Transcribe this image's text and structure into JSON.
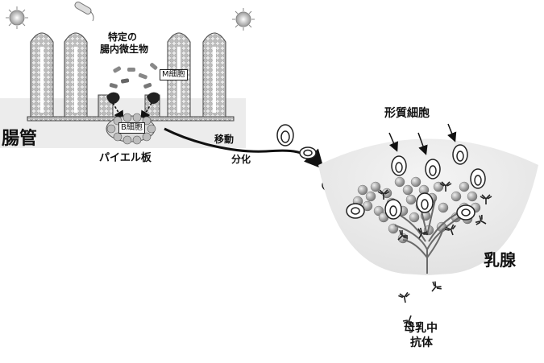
{
  "labels": {
    "intestine": "腸管",
    "specific_microbes_line1": "特定の",
    "specific_microbes_line2": "腸内微生物",
    "m_cell": "M細胞",
    "b_cell": "B細胞",
    "peyer_patch": "パイエル板",
    "migration": "移動",
    "differentiation": "分化",
    "plasma_cell": "形質細胞",
    "mammary_gland": "乳腺",
    "milk_antibody_line1": "母乳中",
    "milk_antibody_line2": "抗体"
  },
  "colors": {
    "ink": "#111111",
    "tissue_gray": "#e6e6e6",
    "cell_gray": "#cfcfcf",
    "cluster_gray": "#9a9a9a"
  }
}
